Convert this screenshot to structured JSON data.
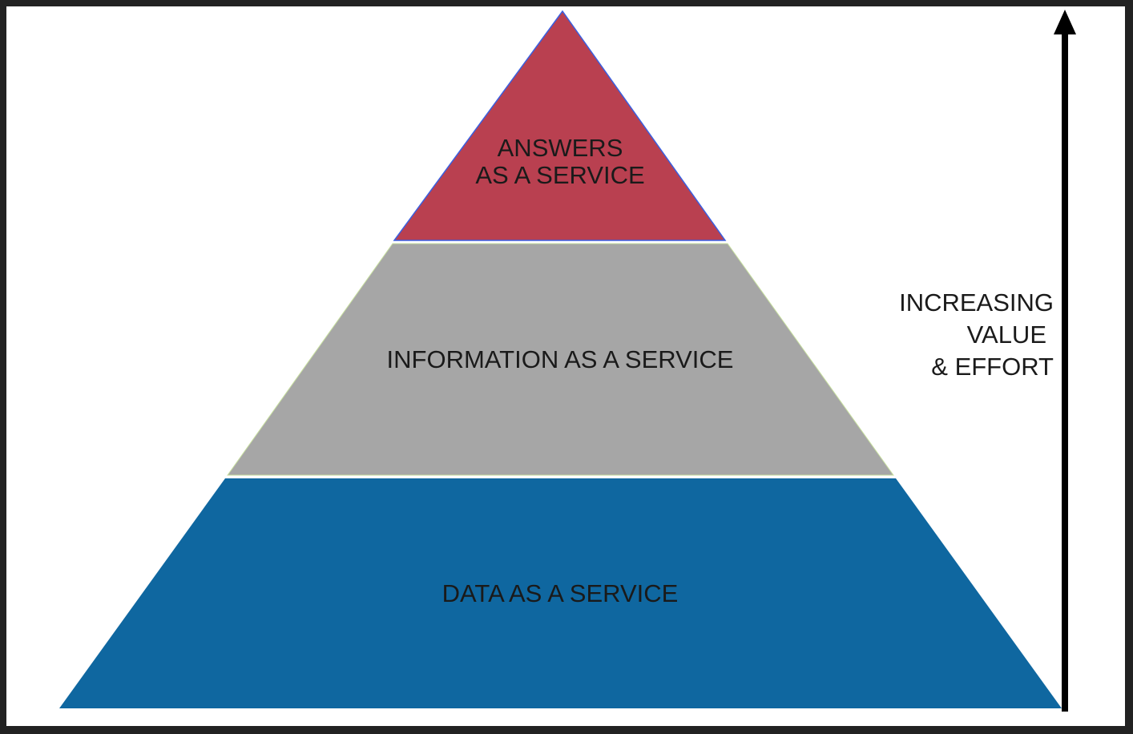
{
  "tiers": [
    {
      "lines": [
        "ANSWERS",
        "AS A SERVICE"
      ],
      "color": "#B94050"
    },
    {
      "lines": [
        "INFORMATION AS A SERVICE"
      ],
      "color": "#A6A6A6"
    },
    {
      "lines": [
        "DATA AS A SERVICE"
      ],
      "color": "#0F67A0"
    }
  ],
  "arrow_label": [
    "INCREASING",
    "VALUE",
    "& EFFORT"
  ]
}
